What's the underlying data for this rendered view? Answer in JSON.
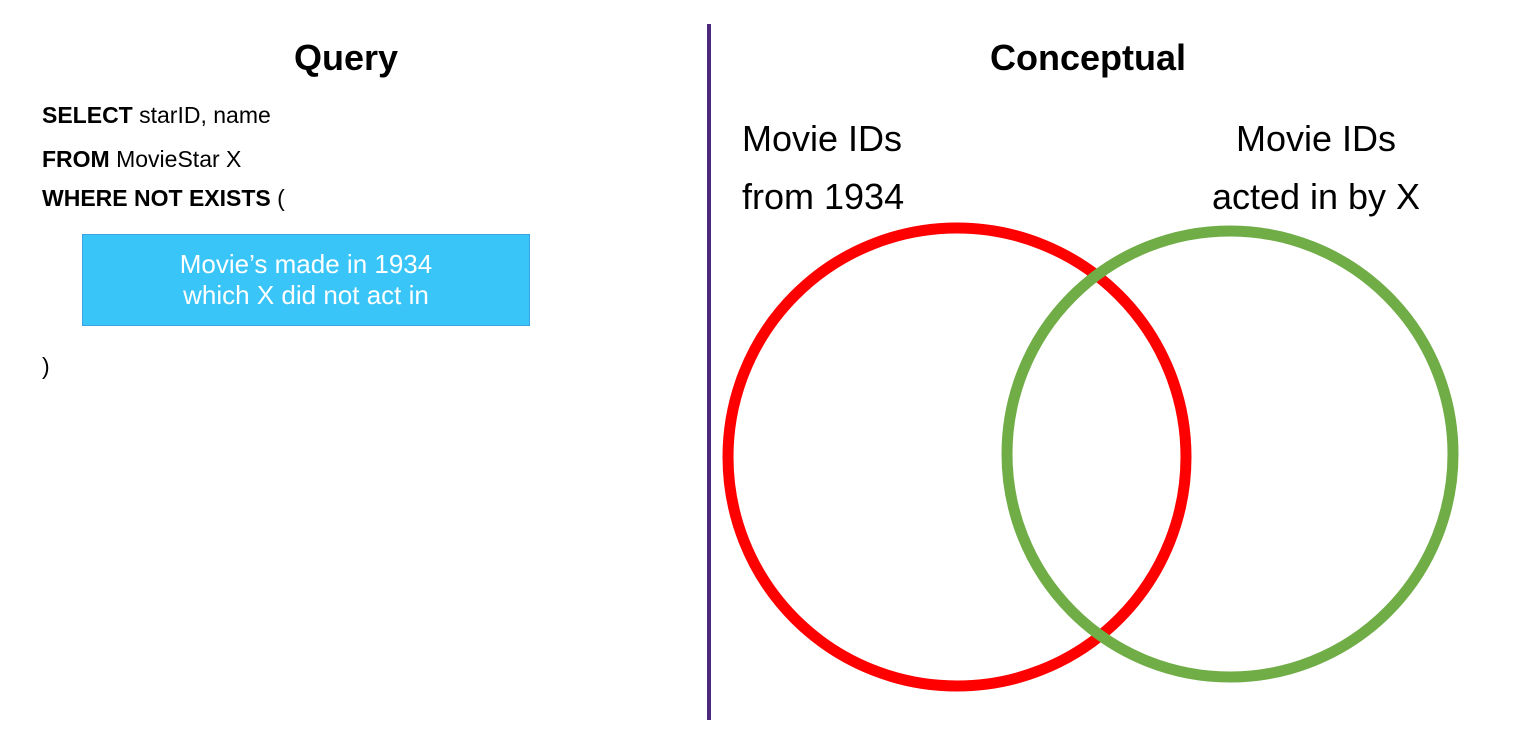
{
  "query": {
    "heading": "Query",
    "line1": {
      "keyword": "SELECT",
      "rest": " starID, name"
    },
    "line2": {
      "keyword": "FROM",
      "rest": " MovieStar X"
    },
    "line3": {
      "keyword": "WHERE NOT EXISTS",
      "rest": " ("
    },
    "subquery": {
      "line1": "Movie’s made in 1934",
      "line2": "which X did not act in",
      "fill_color": "#39c5f7"
    },
    "closing": ")"
  },
  "conceptual": {
    "heading": "Conceptual",
    "set_1934": {
      "line1": "Movie IDs",
      "line2": "from 1934",
      "color": "#ff0000"
    },
    "set_acted": {
      "line1": "Movie IDs",
      "line2": "acted in by X",
      "color": "#70ad47"
    }
  },
  "divider_color": "#4b2a7e"
}
